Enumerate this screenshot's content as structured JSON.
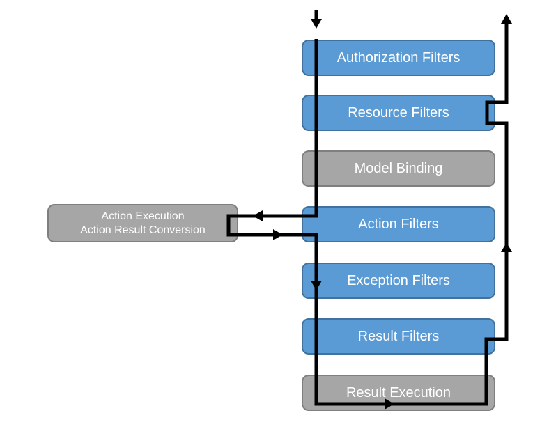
{
  "diagram": {
    "type": "flowchart",
    "subject": "filter-pipeline",
    "background": "#FFFFFF",
    "pipeline_nodes": [
      {
        "label": "Authorization Filters",
        "kind": "filter"
      },
      {
        "label": "Resource Filters",
        "kind": "filter"
      },
      {
        "label": "Model Binding",
        "kind": "stage"
      },
      {
        "label": "Action Filters",
        "kind": "filter"
      },
      {
        "label": "Exception Filters",
        "kind": "filter"
      },
      {
        "label": "Result Filters",
        "kind": "filter"
      },
      {
        "label": "Result Execution",
        "kind": "stage"
      }
    ],
    "side_node": {
      "line1": "Action Execution",
      "line2": "Action Result Conversion",
      "kind": "stage"
    },
    "arrows": [
      "down-into-pipeline-top",
      "left-into-action-execution",
      "right-back-from-action-execution",
      "down-into-exception-filters",
      "right-through-result-execution",
      "up-between-result-and-action-filters",
      "up-out-of-pipeline-top"
    ],
    "colors": {
      "filter_fill": "#5B9BD5",
      "filter_border": "#41719C",
      "stage_fill": "#A6A6A6",
      "stage_border": "#7F7F7F",
      "arrow": "#000000",
      "label_text": "#FFFFFF"
    }
  }
}
